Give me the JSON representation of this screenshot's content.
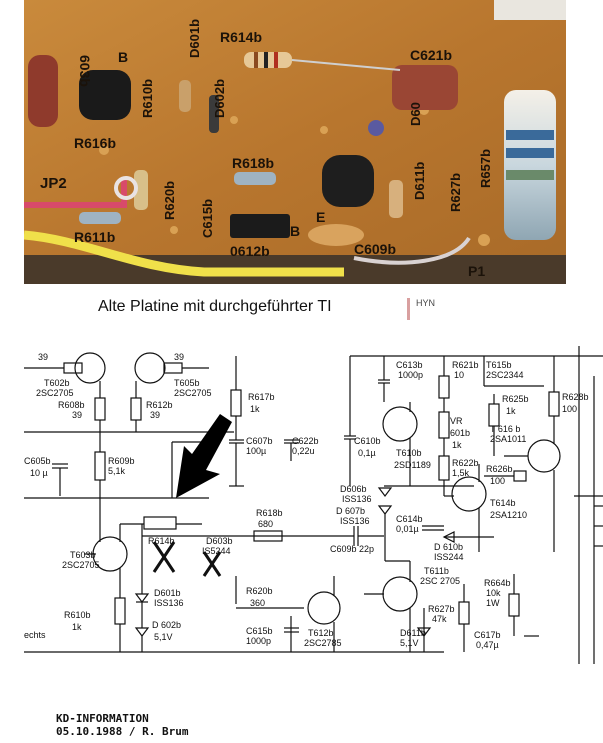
{
  "caption": "Alte Platine mit durchgeführter TI",
  "tag": "HYN",
  "footer": {
    "line1": "KD-INFORMATION",
    "line2": "05.10.1988 / R. Brum"
  },
  "pcb_labels": [
    "603b",
    "B",
    "R614b",
    "D601b",
    "C621b",
    "R610b",
    "D602b",
    "D60",
    "R616b",
    "R618b",
    "JP2",
    "R620b",
    "C615b",
    "D611b",
    "R627b",
    "R657b",
    "R611b",
    "0612b",
    "B",
    "E",
    "C609b",
    "P1",
    "E"
  ],
  "schematic_labels": [
    "39",
    "T602b",
    "2SC2705",
    "R608b",
    "39",
    "39",
    "T605b",
    "2SC2705",
    "R612b",
    "39",
    "R617b",
    "1k",
    "C607b",
    "100µ",
    "C622b",
    "0,22u",
    "R609b",
    "5,1k",
    "C605b",
    "10 µ",
    "R618b",
    "680",
    "R614b",
    "D603b",
    "IS5244",
    "T603b",
    "2SC2705",
    "D601b",
    "ISS136",
    "D 602b",
    "5,1V",
    "R610b",
    "1k",
    "echts",
    "R620b",
    "360",
    "C615b",
    "1000p",
    "T612b",
    "2SC2785",
    "D611b",
    "5,1V",
    "T611b",
    "2SC 2705",
    "R664b",
    "10k",
    "1W",
    "R627b",
    "47k",
    "C617b",
    "0,47µ",
    "C609b 22p",
    "D606b",
    "ISS136",
    "D 607b",
    "ISS136",
    "C614b",
    "0,01µ",
    "D 610b",
    "ISS244",
    "C613b",
    "1000p",
    "R621b",
    "10",
    "C610b",
    "0,1µ",
    "T610b",
    "2SD1189",
    "VR",
    "601b",
    "1k",
    "R622b",
    "1,5k",
    "T615b",
    "2SC2344",
    "R625b",
    "1k",
    "T 616 b",
    "2SA1011",
    "R626b",
    "100",
    "T614b",
    "2SA1210",
    "R628b",
    "100"
  ]
}
